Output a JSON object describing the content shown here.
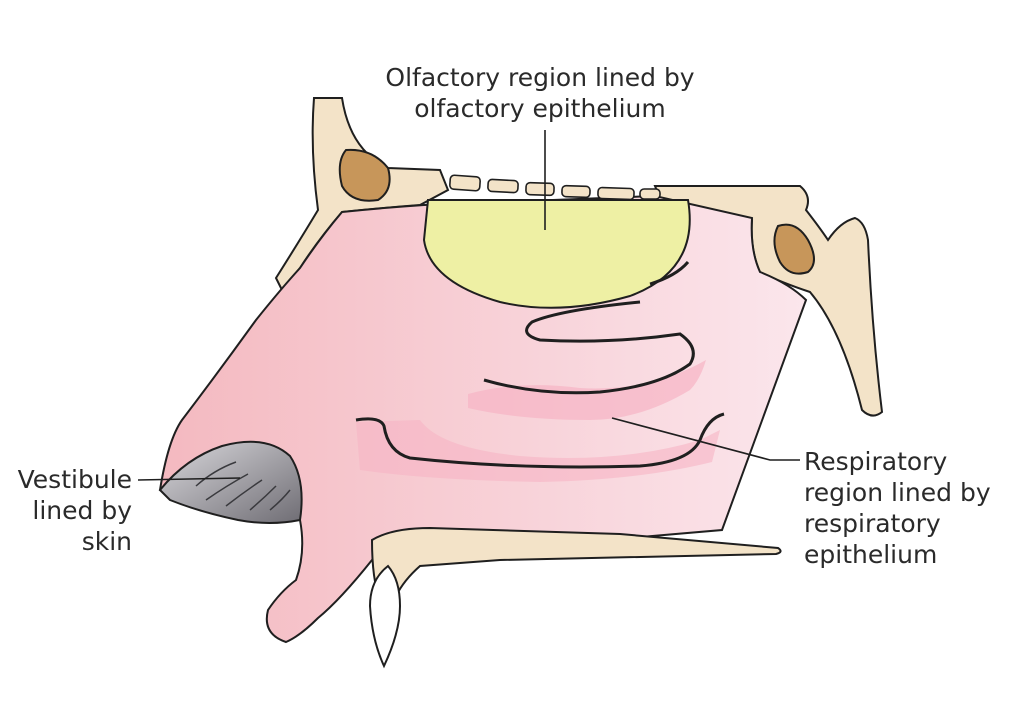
{
  "labels": {
    "olfactory": [
      "Olfactory region lined by",
      "olfactory epithelium"
    ],
    "vestibule": [
      "Vestibule",
      "lined by",
      "skin"
    ],
    "respiratory": [
      "Respiratory",
      "region lined by",
      "respiratory",
      "epithelium"
    ]
  },
  "colors": {
    "bone": "#f3e3c8",
    "sinus": "#c7965a",
    "mucosa": "#f7ccd0",
    "olfactory_region": "#eef0a4",
    "vestibule_skin": "#9c9aa0",
    "outline": "#1f1f1f"
  }
}
